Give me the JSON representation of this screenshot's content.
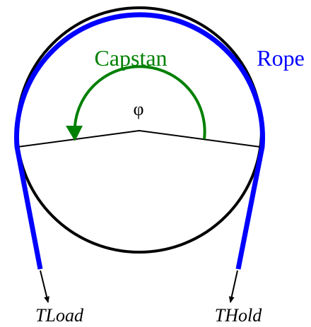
{
  "labels": {
    "capstan": "Capstan",
    "rope": "Rope",
    "angle": "φ",
    "load_tension": "TLoad",
    "hold_tension": "THold"
  },
  "colors": {
    "capstan_label": "#008000",
    "rope": "#0000ff",
    "drum_outline": "#000000",
    "angle_arc": "#008000",
    "tension_arrows": "#000000"
  }
}
